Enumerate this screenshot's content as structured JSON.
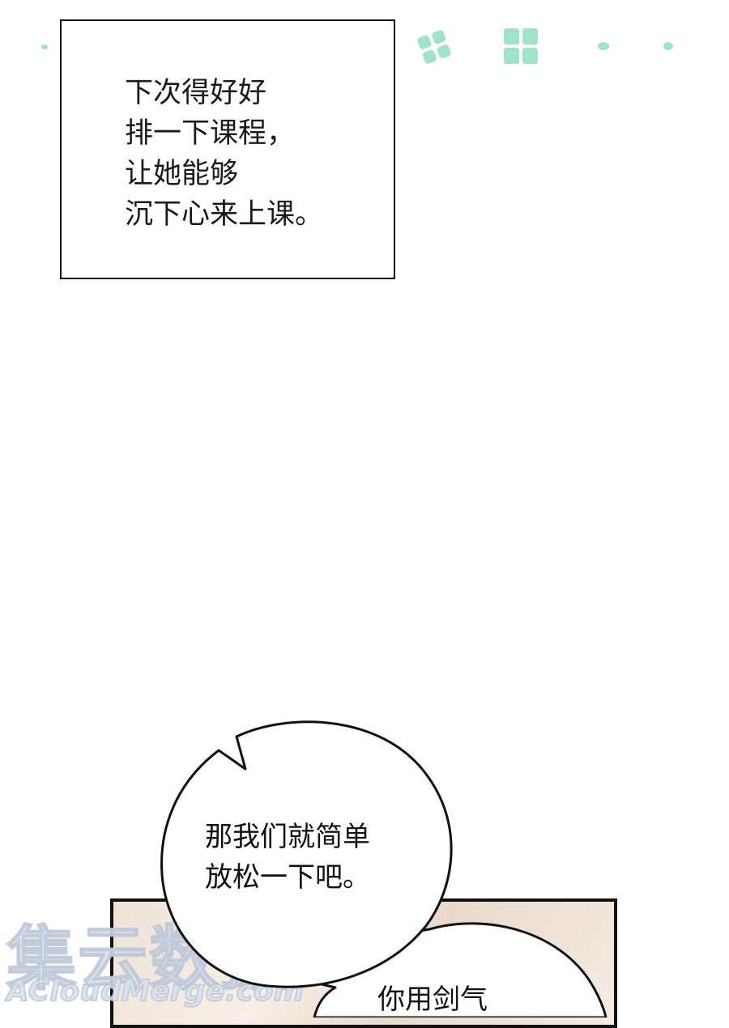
{
  "colors": {
    "background": "#ffffff",
    "outline": "#111111",
    "sparkle": "#9fe3c8",
    "watermark": "#d6e0ec"
  },
  "caption": {
    "lines": [
      "下次得好好",
      "排一下课程，",
      "让她能够",
      "沉下心来上课。"
    ]
  },
  "bubble_top": {
    "lines": [
      "那我们就简单",
      "放松一下吧。"
    ]
  },
  "bubble_bottom": {
    "lines": [
      "你用剑气"
    ]
  },
  "watermark": {
    "chinese": "集云数据",
    "latin": "ACloudMerge.com"
  },
  "icons": {
    "sparkles": "sparkle-dots-icon",
    "flower": "four-petal-flower-icon"
  }
}
